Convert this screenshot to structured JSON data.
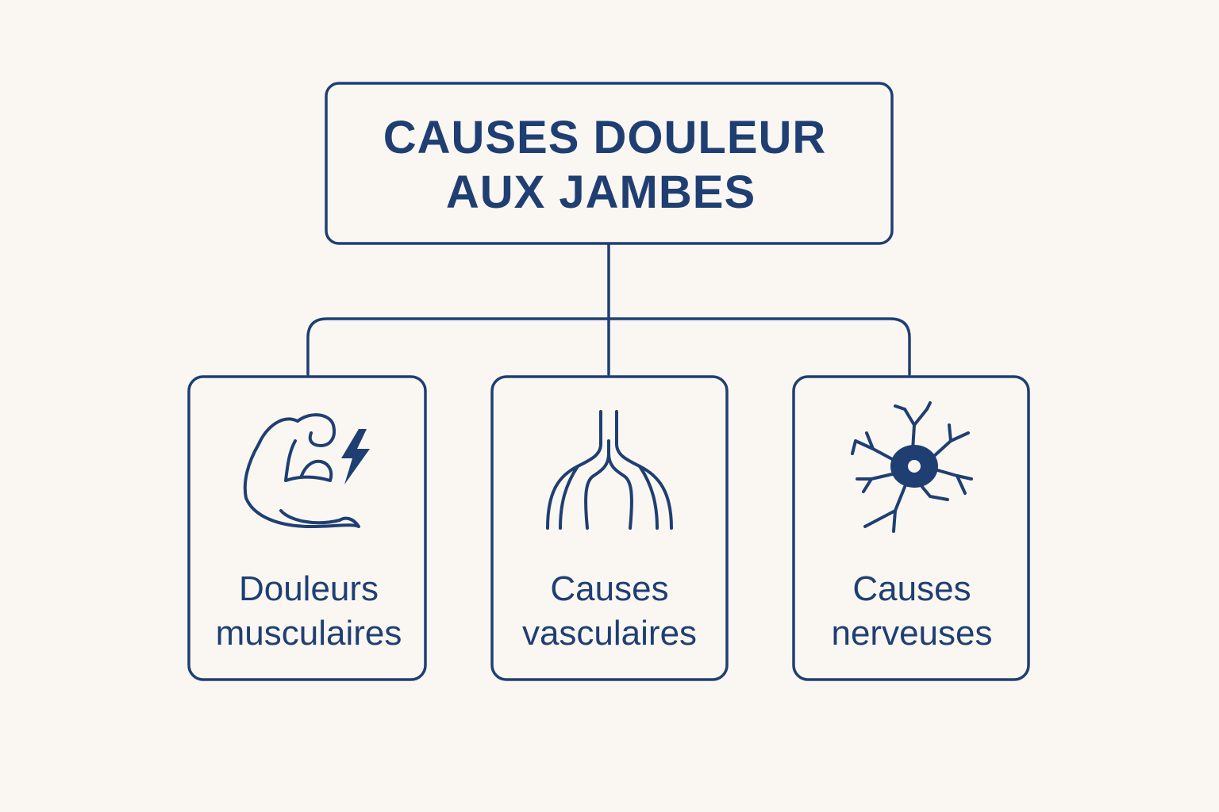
{
  "diagram": {
    "title_lines": [
      "CAUSES DOULEUR",
      "AUX JAMBES"
    ],
    "branches": [
      {
        "icon": "flexed-arm-lightning-icon",
        "label_lines": [
          "Douleurs",
          "musculaires"
        ]
      },
      {
        "icon": "blood-vessels-icon",
        "label_lines": [
          "Causes",
          "vasculaires"
        ]
      },
      {
        "icon": "neuron-icon",
        "label_lines": [
          "Causes",
          "nerveuses"
        ]
      }
    ]
  },
  "colors": {
    "background": "#faf7f2",
    "accent": "#1f3f73"
  }
}
